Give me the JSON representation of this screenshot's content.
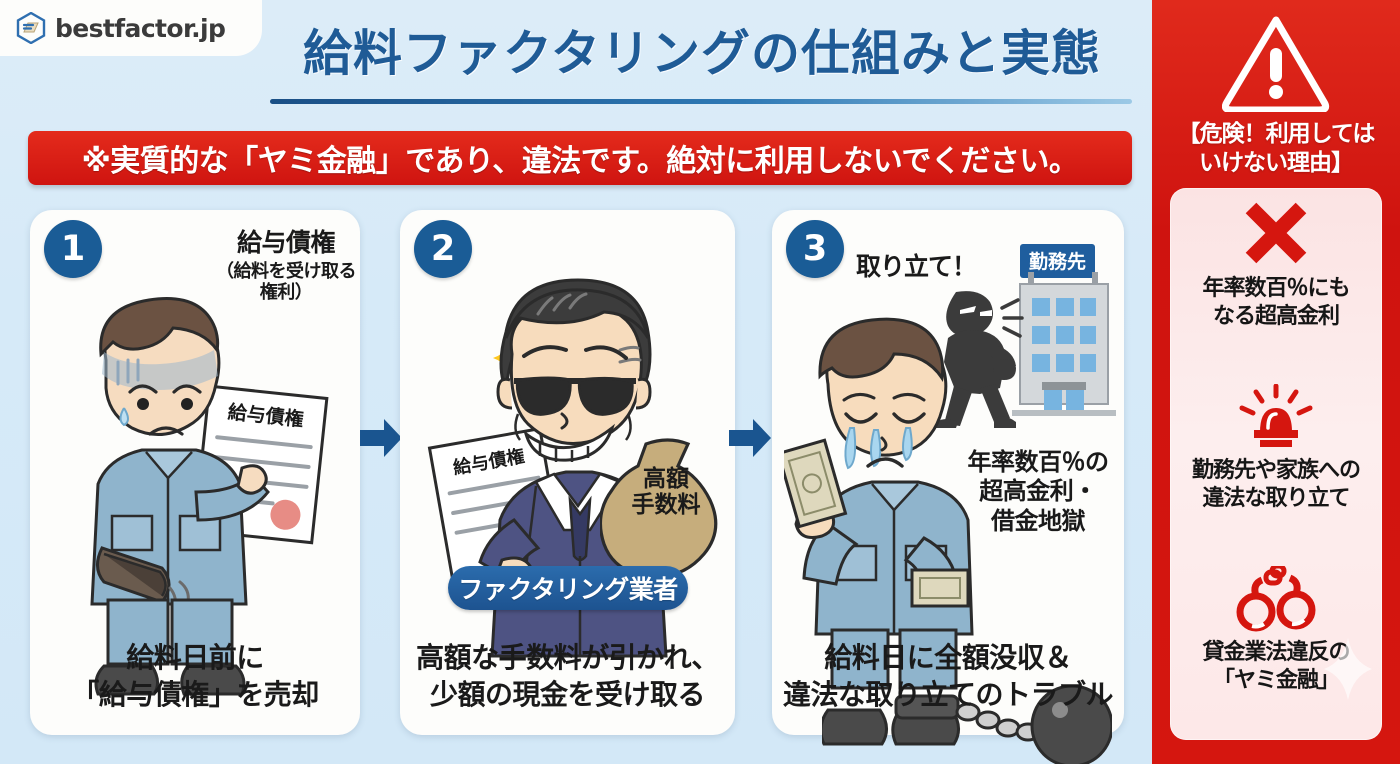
{
  "brand": {
    "logo_text": "bestfactor.jp",
    "logo_icon": "hexagon-document-logo"
  },
  "header": {
    "title": "給料ファクタリングの仕組みと実態",
    "warning_bar": "※実質的な「ヤミ金融」であり、違法です。絶対に利用しないでください。"
  },
  "steps": [
    {
      "number": "1",
      "note_main": "給与債権",
      "note_sub": "（給料を受け取る権利）",
      "document_label": "給与債権",
      "caption": "給料日前に\n「給与債権」を売却",
      "caption_line1": "給料日前に",
      "caption_line2": "「給与債権」を売却",
      "illustration": "worried-worker-holding-document-and-wallet"
    },
    {
      "number": "2",
      "document_label": "給与債権",
      "bag_label_line1": "高額",
      "bag_label_line2": "手数料",
      "pill_label": "ファクタリング業者",
      "caption_line1": "高額な手数料が引かれ、",
      "caption_line2": "少額の現金を受け取る",
      "illustration": "smirking-man-in-sunglasses-with-money-bag"
    },
    {
      "number": "3",
      "shout_label": "取り立て！",
      "building_label": "勤務先",
      "note_line1": "年率数百％の",
      "note_line2": "超高金利・",
      "note_line3": "借金地獄",
      "caption_line1": "給料日に全額没収＆",
      "caption_line2": "違法な取り立てのトラブル",
      "illustration": "crying-worker-with-ball-and-chain-debt-collector-and-office"
    }
  ],
  "arrows": {
    "icon": "right-arrow-icon",
    "color": "#1a5590"
  },
  "right_panel": {
    "alert_icon": "warning-triangle-icon",
    "heading": "【危険！利用してはいけない理由】",
    "heading_line1": "【危険！利用しては",
    "heading_line2": "いけない理由】",
    "reasons": [
      {
        "icon": "cross-mark-icon",
        "text_line1": "年率数百％にも",
        "text_line2": "なる超高金利"
      },
      {
        "icon": "siren-light-icon",
        "text_line1": "勤務先や家族への",
        "text_line2": "違法な取り立て"
      },
      {
        "icon": "handcuffs-icon",
        "text_line1": "貸金業法違反の",
        "text_line2": "「ヤミ金融」"
      }
    ]
  },
  "colors": {
    "background": "#d6eaf8",
    "title_blue": "#1f5b96",
    "warning_red": "#d5160f",
    "badge_blue": "#1a5c96",
    "panel_red": "#d5160f",
    "reason_box": "#fbe3e3",
    "card_white": "#fdfdfb"
  }
}
